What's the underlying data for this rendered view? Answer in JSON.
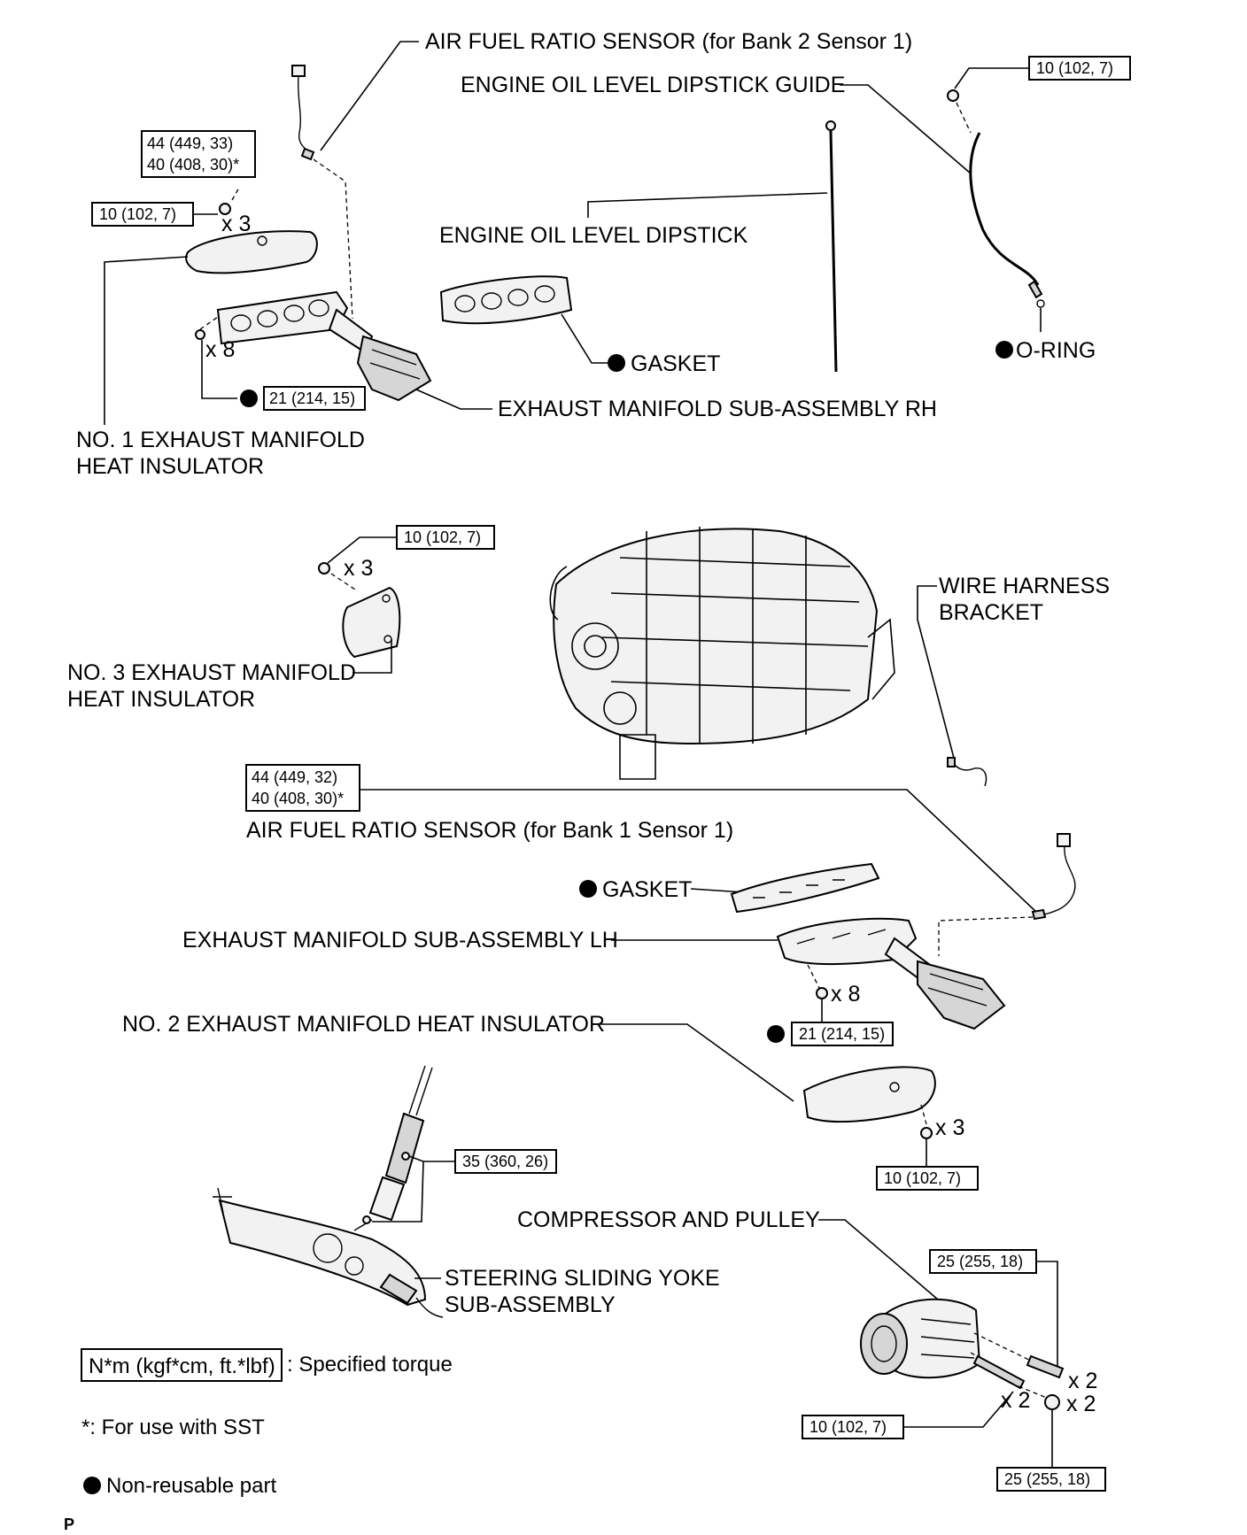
{
  "labels": {
    "afs_bank2": "AIR FUEL RATIO SENSOR (for Bank 2 Sensor 1)",
    "dipstick_guide": "ENGINE OIL LEVEL DIPSTICK GUIDE",
    "dipstick": "ENGINE OIL LEVEL DIPSTICK",
    "gasket_rh": "GASKET",
    "o_ring": "O-RING",
    "manifold_rh": "EXHAUST MANIFOLD SUB-ASSEMBLY RH",
    "insulator_no1_line1": "NO. 1 EXHAUST MANIFOLD",
    "insulator_no1_line2": "HEAT INSULATOR",
    "insulator_no3_line1": "NO. 3 EXHAUST MANIFOLD",
    "insulator_no3_line2": "HEAT INSULATOR",
    "wire_harness_line1": "WIRE HARNESS",
    "wire_harness_line2": "BRACKET",
    "afs_bank1": "AIR FUEL RATIO SENSOR (for Bank 1 Sensor 1)",
    "gasket_lh": "GASKET",
    "manifold_lh": "EXHAUST MANIFOLD SUB-ASSEMBLY LH",
    "insulator_no2": "NO. 2 EXHAUST MANIFOLD HEAT INSULATOR",
    "compressor": "COMPRESSOR AND PULLEY",
    "yoke_line1": "STEERING SLIDING YOKE",
    "yoke_line2": "SUB-ASSEMBLY"
  },
  "torques": {
    "afs_bank2_std": "44 (449, 33)",
    "afs_bank2_sst": "40 (408, 30)*",
    "guide_bolt": "10 (102, 7)",
    "insulator_no1_bolt": "10 (102, 7)",
    "manifold_rh_nut": "21 (214, 15)",
    "insulator_no3_bolt": "10 (102, 7)",
    "afs_bank1_std": "44 (449, 32)",
    "afs_bank1_sst": "40 (408, 30)*",
    "manifold_lh_nut": "21 (214, 15)",
    "insulator_no2_bolt": "10 (102, 7)",
    "yoke_bolt": "35 (360, 26)",
    "compressor_bolt": "25 (255, 18)",
    "compressor_stud": "10 (102, 7)",
    "compressor_nut": "25 (255, 18)"
  },
  "quantities": {
    "insulator_no1": "x 3",
    "manifold_rh": "x 8",
    "insulator_no3": "x 3",
    "manifold_lh": "x 8",
    "insulator_no2": "x 3",
    "compressor_bolt": "x 2",
    "compressor_stud": "x 2",
    "compressor_nut": "x 2"
  },
  "legend": {
    "torque_unit": "N*m (kgf*cm, ft.*lbf)",
    "torque_desc": ": Specified torque",
    "sst_note": "*: For use with SST",
    "nonreusable": "Non-reusable part"
  },
  "page_marker": "P"
}
